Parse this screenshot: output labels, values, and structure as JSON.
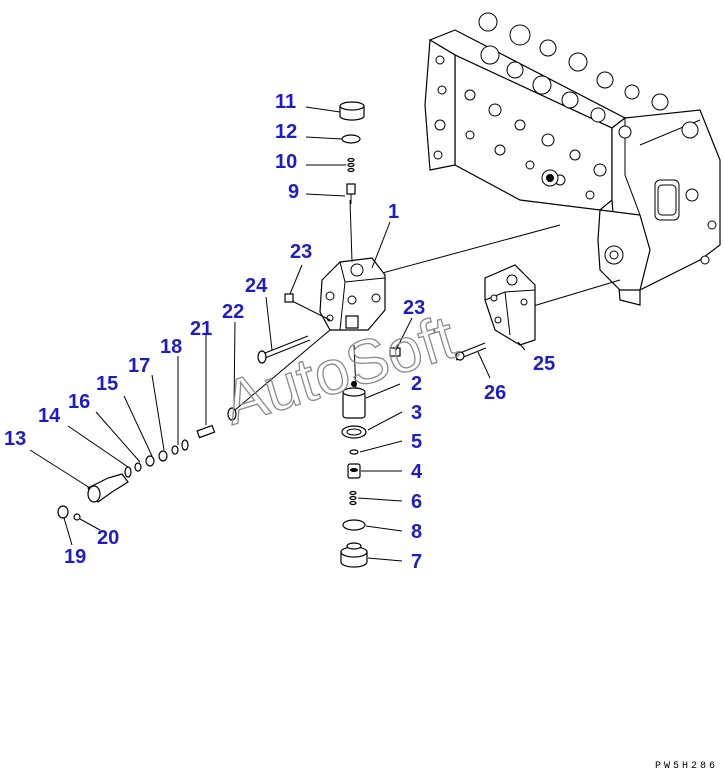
{
  "diagram": {
    "parts": [
      {
        "no": "1"
      },
      {
        "no": "2"
      },
      {
        "no": "3"
      },
      {
        "no": "4"
      },
      {
        "no": "5"
      },
      {
        "no": "6"
      },
      {
        "no": "7"
      },
      {
        "no": "8"
      },
      {
        "no": "9"
      },
      {
        "no": "10"
      },
      {
        "no": "11"
      },
      {
        "no": "12"
      },
      {
        "no": "13"
      },
      {
        "no": "14"
      },
      {
        "no": "15"
      },
      {
        "no": "16"
      },
      {
        "no": "17"
      },
      {
        "no": "18"
      },
      {
        "no": "19"
      },
      {
        "no": "20"
      },
      {
        "no": "21"
      },
      {
        "no": "22"
      },
      {
        "no": "23"
      },
      {
        "no": "23"
      },
      {
        "no": "24"
      },
      {
        "no": "25"
      },
      {
        "no": "26"
      }
    ],
    "watermark": "AutoSoft",
    "drawing_code": "PW5H286",
    "label_color": "#1c1ccc"
  }
}
